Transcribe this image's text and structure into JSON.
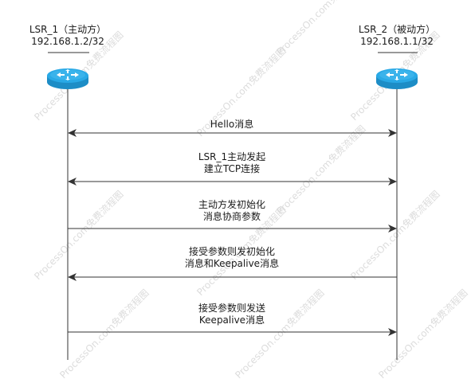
{
  "nodes": {
    "left": {
      "name": "LSR_1（主动方）",
      "ip": "192.168.1.2/32"
    },
    "right": {
      "name": "LSR_2（被动方）",
      "ip": "192.168.1.1/32"
    }
  },
  "messages": [
    {
      "lines": [
        "Hello消息"
      ],
      "direction": "both"
    },
    {
      "lines": [
        "LSR_1主动发起",
        "建立TCP连接"
      ],
      "direction": "both"
    },
    {
      "lines": [
        "主动方发初始化",
        "消息协商参数"
      ],
      "direction": "right"
    },
    {
      "lines": [
        "接受参数则发初始化",
        "消息和Keepalive消息"
      ],
      "direction": "left"
    },
    {
      "lines": [
        "接受参数则发送",
        "Keepalive消息"
      ],
      "direction": "right"
    }
  ],
  "watermark": "ProcessOn.com免费流程图",
  "colors": {
    "line": "#333333",
    "router_top": "#29a9e6",
    "router_side": "#1d8dc6",
    "router_highlight": "#5cc5f3",
    "router_arrow": "#ffffff",
    "watermark": "#d9d9d9"
  }
}
